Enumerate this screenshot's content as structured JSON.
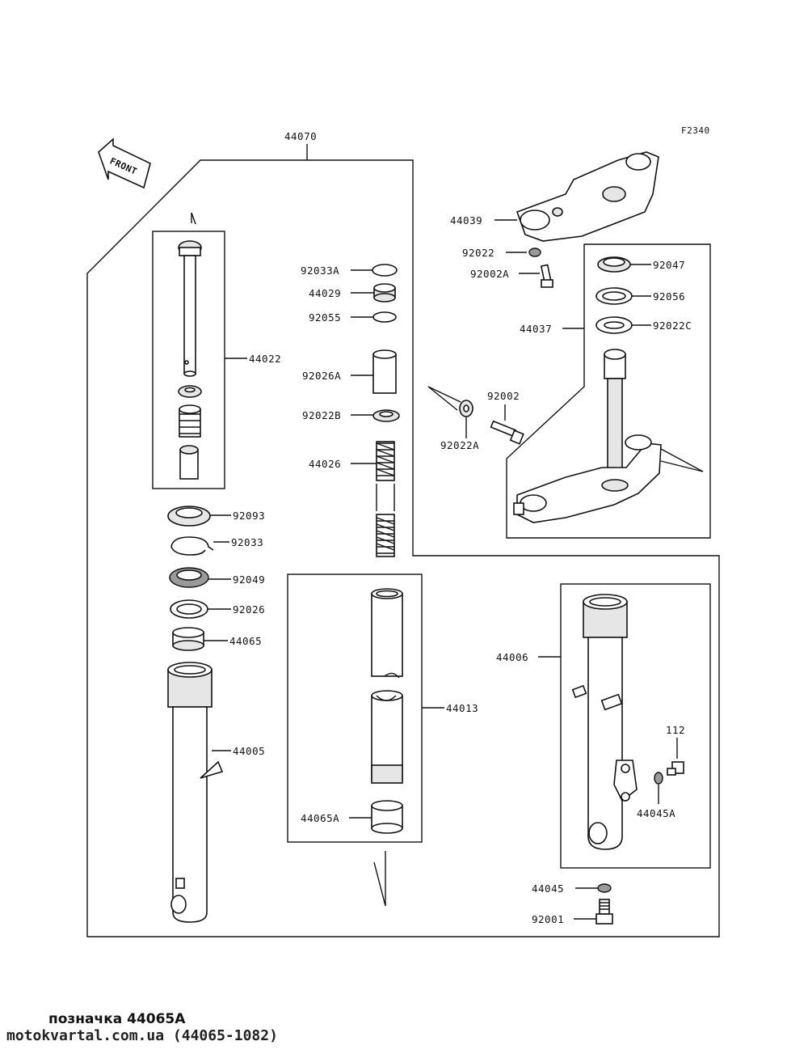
{
  "figure_code": "F2340",
  "front_label": "FRONT",
  "labels": {
    "p44070": "44070",
    "p44039": "44039",
    "p92022": "92022",
    "p92002A": "92002A",
    "p92047": "92047",
    "p92056": "92056",
    "p44037": "44037",
    "p92022C": "92022C",
    "p92002": "92002",
    "p92022A": "92022A",
    "p92033A": "92033A",
    "p44029": "44029",
    "p92055": "92055",
    "p92026A": "92026A",
    "p92022B": "92022B",
    "p44026": "44026",
    "p44022": "44022",
    "p92093": "92093",
    "p92033": "92033",
    "p92049": "92049",
    "p92026": "92026",
    "p44065": "44065",
    "p44005": "44005",
    "p44013": "44013",
    "p44065A": "44065A",
    "p44006": "44006",
    "p112": "112",
    "p44045A": "44045A",
    "p44045": "44045",
    "p92001": "92001"
  },
  "caption": {
    "line1": "позначка 44065A",
    "line2": "motokvartal.com.ua (44065-1082)"
  }
}
